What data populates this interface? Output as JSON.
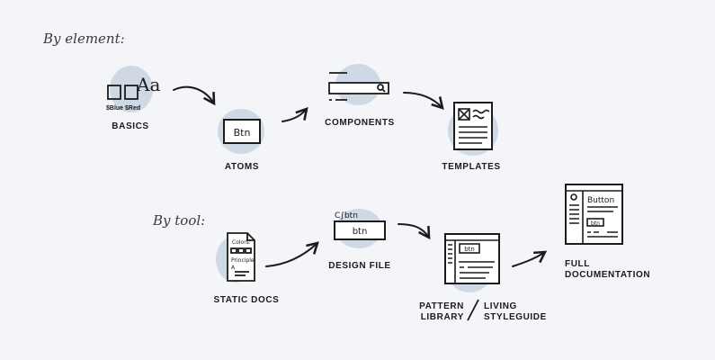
{
  "rows": {
    "by_element": "By element:",
    "by_tool": "By tool:"
  },
  "nodes": {
    "basics": {
      "label": "BASICS",
      "sub": "$Blue $Red",
      "glyph": "Aa"
    },
    "atoms": {
      "label": "ATOMS",
      "glyph": "Btn"
    },
    "components": {
      "label": "COMPONENTS"
    },
    "templates": {
      "label": "TEMPLATES"
    },
    "static_docs": {
      "label": "STATIC DOCS",
      "lines": [
        "Colors:",
        "Principle",
        "A"
      ]
    },
    "design_file": {
      "label": "DESIGN FILE",
      "glyph": "btn",
      "tag": "C∫btn"
    },
    "pattern_library": {
      "label_1": "PATTERN",
      "label_2": "LIBRARY",
      "glyph": "btn"
    },
    "living_styleguide": {
      "label_1": "LIVING",
      "label_2": "STYLEGUIDE"
    },
    "full_documentation": {
      "label_1": "FULL",
      "label_2": "DOCUMENTATION",
      "title": "Button",
      "glyph": "btn"
    }
  },
  "colors": {
    "ink": "#1b1b1b",
    "blob": "#c9d5e3",
    "background": "#f3f5f8"
  }
}
